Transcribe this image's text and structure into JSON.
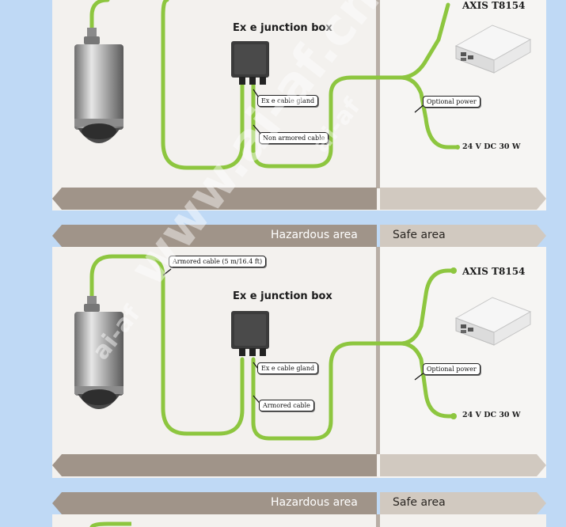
{
  "bands": {
    "hazardous_label": "Hazardous area",
    "safe_label": "Safe area"
  },
  "diagram1": {
    "junction_box_title": "Ex e junction box",
    "product_name": "AXIS T8154",
    "gland_label": "Ex e cable gland",
    "cable_label": "Non armored cable",
    "optional_power_label": "Optional power",
    "power_spec": "24 V DC 30 W"
  },
  "diagram2": {
    "armored_cable_label": "Armored cable (5 m/16.4 ft)",
    "junction_box_title": "Ex e junction box",
    "product_name": "AXIS T8154",
    "gland_label": "Ex e cable gland",
    "cable_label": "Armored cable",
    "optional_power_label": "Optional power",
    "power_spec": "24 V DC 30 W"
  },
  "watermark": {
    "text": "www.ai-af.cn",
    "small": "ai-af"
  },
  "colors": {
    "cable_green": "#8dc63f",
    "band_hazard": "#a09489",
    "band_safe": "#d1c9c0",
    "panel_bg": "#f3f1ee",
    "page_bg": "#bfd9f5"
  }
}
